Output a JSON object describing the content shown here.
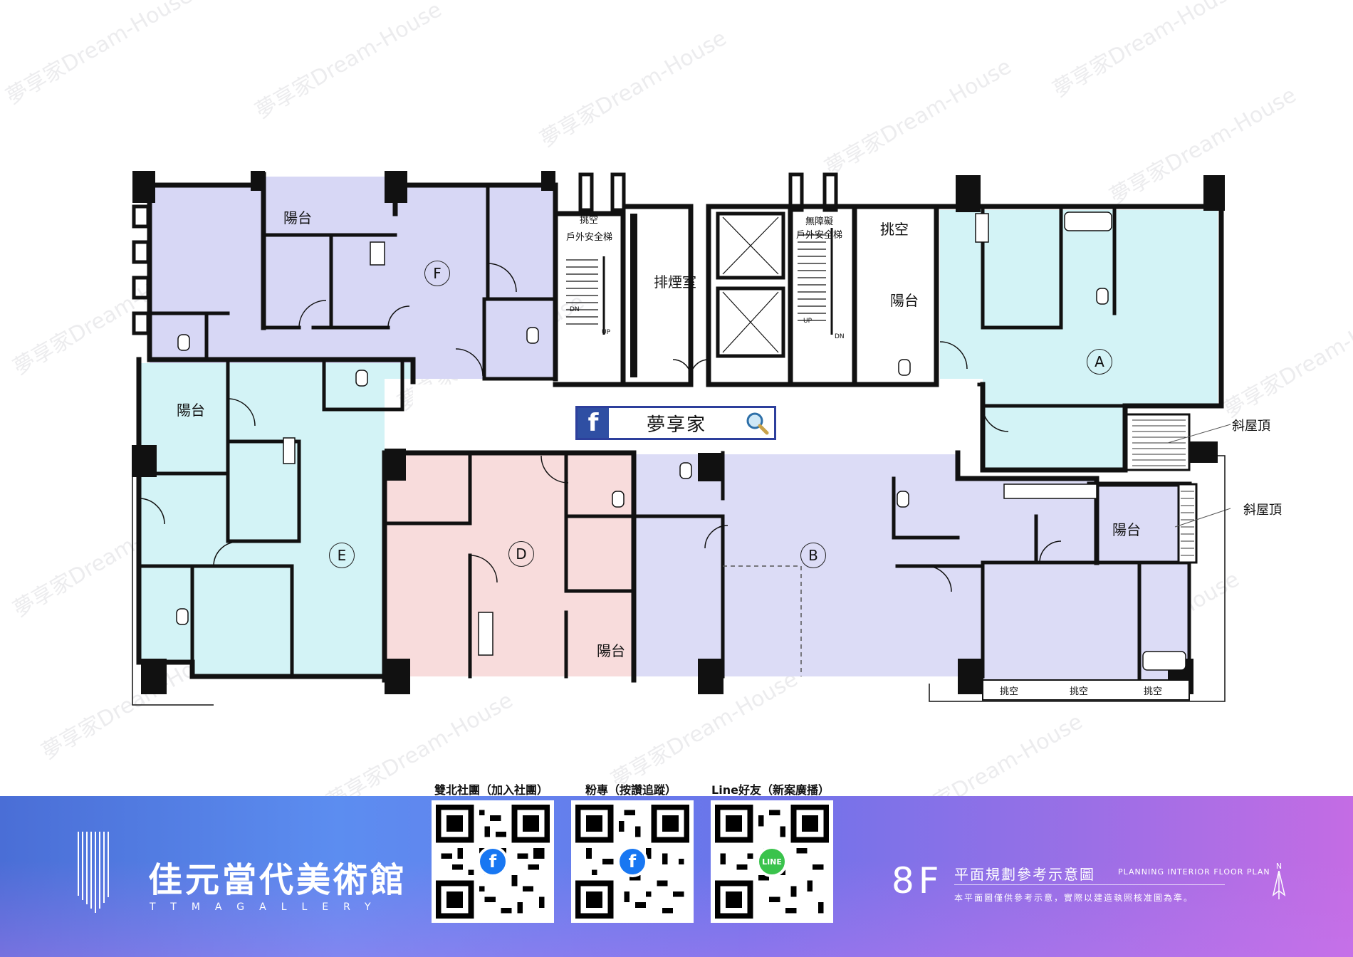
{
  "search_box": {
    "label": "夢享家"
  },
  "units": [
    "F",
    "A",
    "E",
    "D",
    "B"
  ],
  "rooms": {
    "balcony": "陽台",
    "void": "挑空",
    "smoke_room": "排煙室",
    "outdoor_stair": "戶外安全梯",
    "accessible_stair": "無障礙\n戶外安全梯",
    "sloped_roof": "斜屋頂",
    "up": "UP",
    "dn": "DN"
  },
  "watermark": "夢享家Dream-House",
  "brand": {
    "title": "佳元當代美術館",
    "subtitle": "TTMAGALLERY"
  },
  "qr_codes": [
    {
      "caption": "雙北社團（加入社團）",
      "badge": "f",
      "badge_color": "#1877f2"
    },
    {
      "caption": "粉專（按讚追蹤）",
      "badge": "f",
      "badge_color": "#1877f2"
    },
    {
      "caption": "Line好友（新案廣播）",
      "badge": "LINE",
      "badge_color": "#3ac34c"
    }
  ],
  "plan_info": {
    "floor": "8F",
    "title": "平面規劃參考示意圖",
    "title_en": "PLANNING INTERIOR FLOOR PLAN",
    "note": "本平面圖僅供參考示意，實際以建造執照核准圖為準。",
    "north": "N"
  },
  "colors": {
    "unit_F": "#d7d7f5",
    "unit_A": "#d3f3f6",
    "unit_E": "#d3f3f6",
    "unit_D": "#f8dcdc",
    "unit_B": "#dcdcf6",
    "wall": "#111111"
  }
}
